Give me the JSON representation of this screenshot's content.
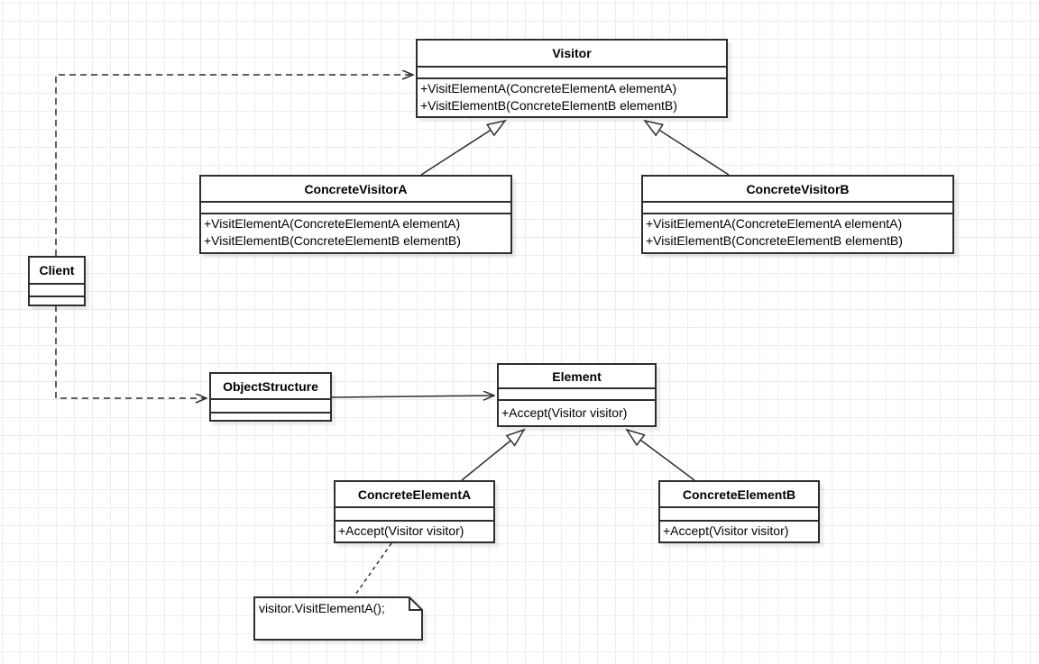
{
  "classes": {
    "visitor": {
      "name": "Visitor",
      "attributes": [],
      "methods": [
        "+VisitElementA(ConcreteElementA elementA)",
        "+VisitElementB(ConcreteElementB elementB)"
      ]
    },
    "concreteVisitorA": {
      "name": "ConcreteVisitorA",
      "attributes": [],
      "methods": [
        "+VisitElementA(ConcreteElementA elementA)",
        "+VisitElementB(ConcreteElementB elementB)"
      ]
    },
    "concreteVisitorB": {
      "name": "ConcreteVisitorB",
      "attributes": [],
      "methods": [
        "+VisitElementA(ConcreteElementA elementA)",
        "+VisitElementB(ConcreteElementB elementB)"
      ]
    },
    "client": {
      "name": "Client",
      "attributes": [],
      "methods": []
    },
    "objectStructure": {
      "name": "ObjectStructure",
      "attributes": [],
      "methods": []
    },
    "element": {
      "name": "Element",
      "attributes": [],
      "methods": [
        "+Accept(Visitor visitor)"
      ]
    },
    "concreteElementA": {
      "name": "ConcreteElementA",
      "attributes": [],
      "methods": [
        "+Accept(Visitor visitor)"
      ]
    },
    "concreteElementB": {
      "name": "ConcreteElementB",
      "attributes": [],
      "methods": [
        "+Accept(Visitor visitor)"
      ]
    }
  },
  "note": {
    "text": "visitor.VisitElementA();"
  },
  "relationships": [
    {
      "from": "Client",
      "to": "Visitor",
      "type": "dashed-dependency-open-arrow"
    },
    {
      "from": "Client",
      "to": "ObjectStructure",
      "type": "dashed-dependency-open-arrow"
    },
    {
      "from": "ObjectStructure",
      "to": "Element",
      "type": "association-open-arrow"
    },
    {
      "from": "ConcreteVisitorA",
      "to": "Visitor",
      "type": "generalization-hollow-triangle"
    },
    {
      "from": "ConcreteVisitorB",
      "to": "Visitor",
      "type": "generalization-hollow-triangle"
    },
    {
      "from": "ConcreteElementA",
      "to": "Element",
      "type": "generalization-hollow-triangle"
    },
    {
      "from": "ConcreteElementB",
      "to": "Element",
      "type": "generalization-hollow-triangle"
    },
    {
      "from": "ConcreteElementA",
      "to": "note",
      "type": "dashed-note-attachment"
    }
  ],
  "colors": {
    "stroke": "#2e2e2e",
    "fill": "#ffffff",
    "grid": "#ececec",
    "text": "#000000",
    "background": "#ffffff"
  }
}
